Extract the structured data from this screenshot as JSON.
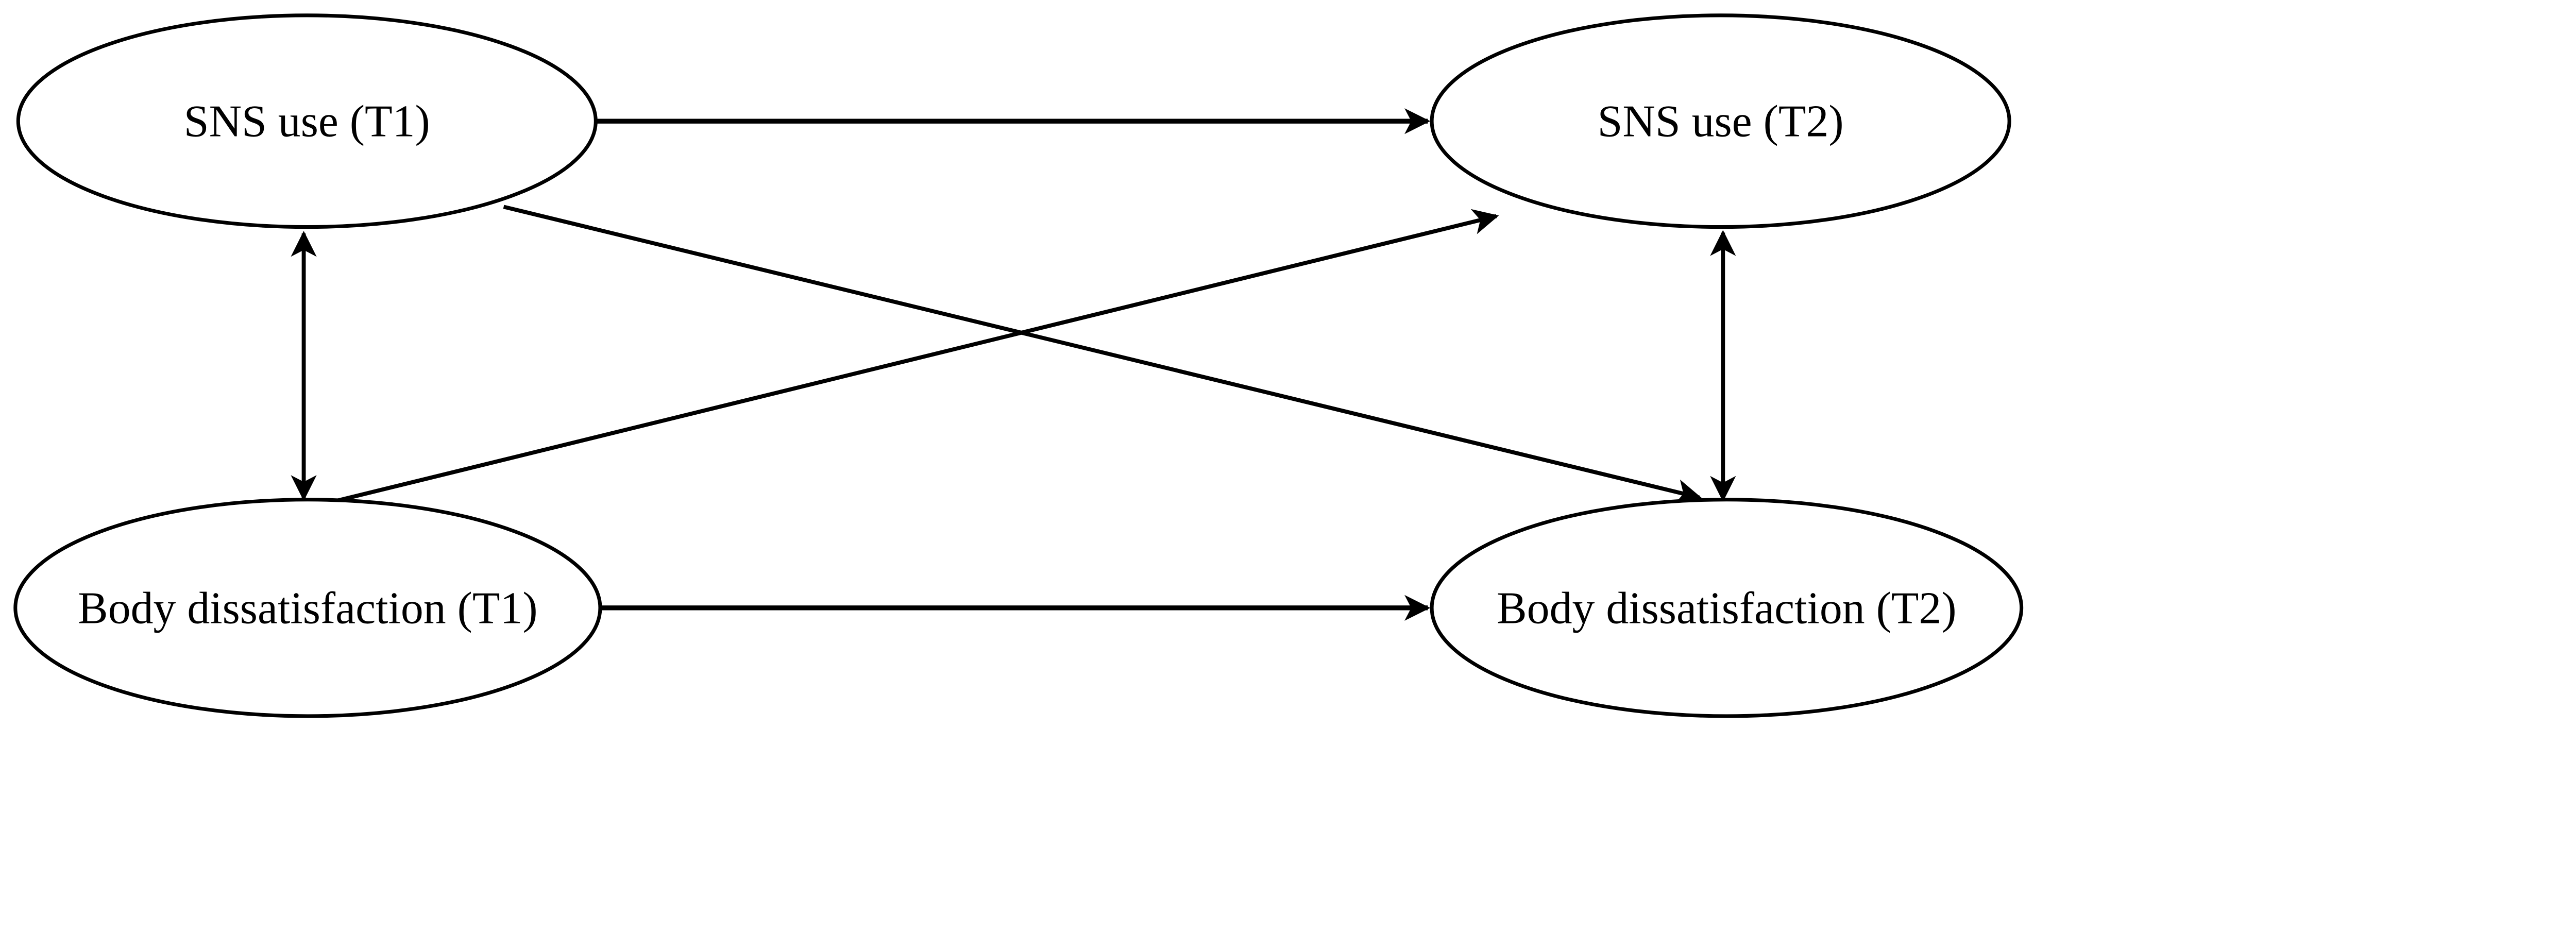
{
  "nodes": [
    {
      "id": "sns_t1",
      "label": "SNS use (T1)"
    },
    {
      "id": "sns_t2",
      "label": "SNS use (T2)"
    },
    {
      "id": "body_t1",
      "label": "Body dissatisfaction (T1)"
    },
    {
      "id": "body_t2",
      "label": "Body dissatisfaction (T2)"
    }
  ],
  "edges": [
    {
      "from": "SNS use (T1)",
      "to": "SNS use (T2)",
      "style": "single-arrow",
      "path": "autoregressive"
    },
    {
      "from": "Body dissatisfaction (T1)",
      "to": "Body dissatisfaction (T2)",
      "style": "single-arrow",
      "path": "autoregressive"
    },
    {
      "from": "SNS use (T1)",
      "to": "Body dissatisfaction (T2)",
      "style": "single-arrow",
      "path": "cross-lagged"
    },
    {
      "from": "Body dissatisfaction (T1)",
      "to": "SNS use (T2)",
      "style": "single-arrow",
      "path": "cross-lagged"
    },
    {
      "between": [
        "SNS use (T1)",
        "Body dissatisfaction (T1)"
      ],
      "style": "double-arrow",
      "path": "covariance"
    },
    {
      "between": [
        "SNS use (T2)",
        "Body dissatisfaction (T2)"
      ],
      "style": "double-arrow",
      "path": "covariance"
    }
  ],
  "colors": {
    "background": "#ffffff",
    "line": "#000000",
    "text": "#000000"
  }
}
